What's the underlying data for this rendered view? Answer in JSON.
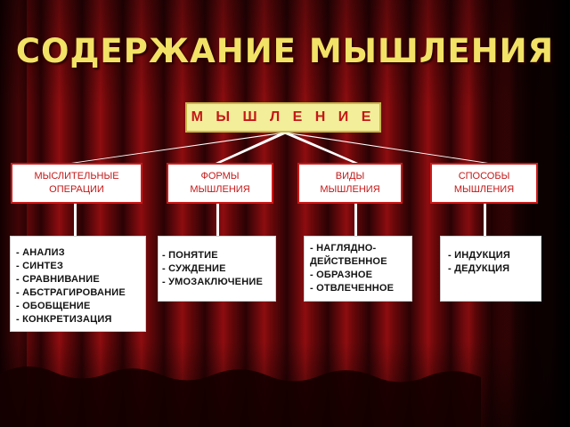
{
  "title": "СОДЕРЖАНИЕ  МЫШЛЕНИЯ",
  "root": "М Ы Ш Л Е Н И Е",
  "colors": {
    "title": "#f2e266",
    "root_fill": "#f3ee9a",
    "category_text": "#c41818",
    "curtain_dark": "#2a0204",
    "curtain_light": "#8e0d10"
  },
  "categories": [
    {
      "label": "МЫСЛИТЕЛЬНЫЕ\nОПЕРАЦИИ",
      "items": [
        "- АНАЛИЗ",
        "- СИНТЕЗ",
        "- СРАВНИВАНИЕ",
        "- АБСТРАГИРОВАНИЕ",
        "- ОБОБЩЕНИЕ",
        "- КОНКРЕТИЗАЦИЯ"
      ]
    },
    {
      "label": "ФОРМЫ\nМЫШЛЕНИЯ",
      "items": [
        "- ПОНЯТИЕ",
        "- СУЖДЕНИЕ",
        "- УМОЗАКЛЮЧЕНИЕ"
      ]
    },
    {
      "label": "ВИДЫ\nМЫШЛЕНИЯ",
      "items": [
        "- НАГЛЯДНО-",
        "ДЕЙСТВЕННОЕ",
        "- ОБРАЗНОЕ",
        "- ОТВЛЕЧЕННОЕ"
      ]
    },
    {
      "label": "СПОСОБЫ\nМЫШЛЕНИЯ",
      "items": [
        "- ИНДУКЦИЯ",
        "",
        "- ДЕДУКЦИЯ"
      ]
    }
  ]
}
